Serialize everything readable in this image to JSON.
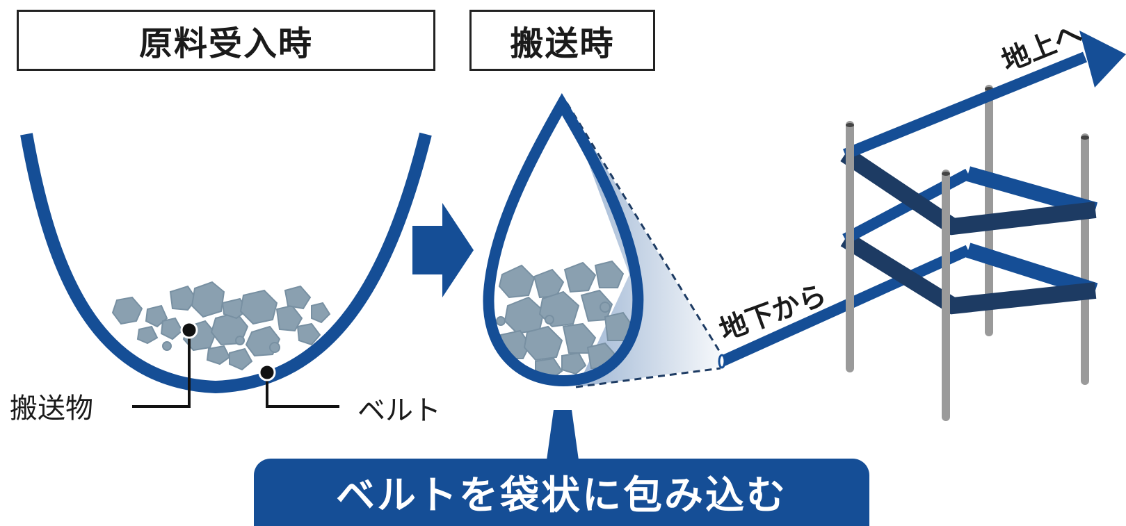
{
  "headers": {
    "loading": "原料受入時",
    "transport": "搬送時"
  },
  "callouts": {
    "cargo": "搬送物",
    "belt": "ベルト"
  },
  "route": {
    "from_underground": "地下から",
    "to_ground": "地上へ"
  },
  "banner": {
    "text": "ベルトを袋状に包み込む"
  },
  "colors": {
    "belt_blue": "#154e96",
    "belt_dark": "#1d3b63",
    "stone_gray": "#8aa0b0",
    "pole_gray": "#9a9a9a"
  }
}
